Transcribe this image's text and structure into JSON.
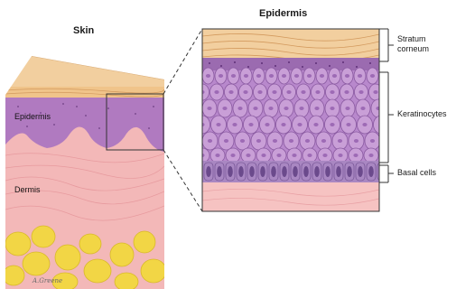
{
  "titles": {
    "skin": "Skin",
    "epidermis": "Epidermis"
  },
  "left_labels": {
    "epidermis": "Epidermis",
    "dermis": "Dermis"
  },
  "right_labels": {
    "stratum_line1": "Stratum",
    "stratum_line2": "corneum",
    "keratinocytes": "Keratinocytes",
    "basal": "Basal cells"
  },
  "signature": "A.Greene",
  "colors": {
    "skin_surface": "#f2cf9f",
    "epidermis": "#b07ac0",
    "dermis": "#f3b8b8",
    "fat": "#f2d645",
    "keratinocyte": "#c99fd7",
    "basal_cell": "#a987c2"
  }
}
